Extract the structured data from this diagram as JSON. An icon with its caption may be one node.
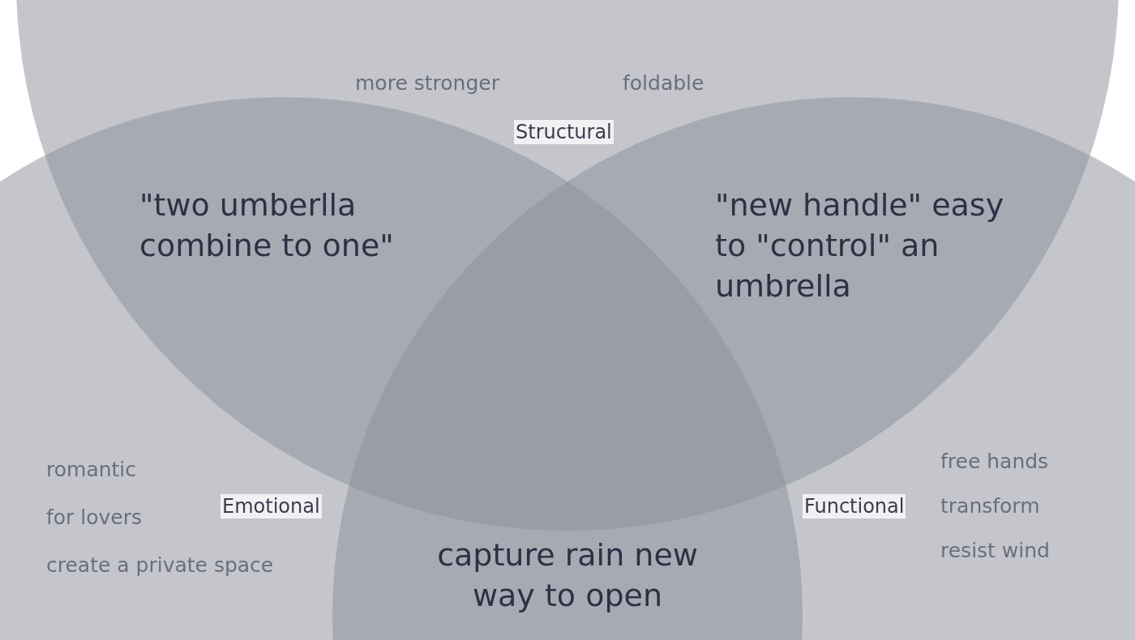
{
  "diagram": {
    "nodes": [
      {
        "text": [
          "Structural",
          "more stronger",
          "foldable"
        ]
      },
      {
        "text": [
          "Emotional",
          "romantic",
          "for lovers",
          "create a private space"
        ]
      },
      {
        "text": [
          "Functional",
          "free hands",
          "transform",
          "resist wind"
        ]
      }
    ],
    "labels": [
      "\"two umberlla combine to one\"",
      "\"new handle\" easy to \"control\" an umbrella",
      "capture rain new way to open"
    ]
  }
}
